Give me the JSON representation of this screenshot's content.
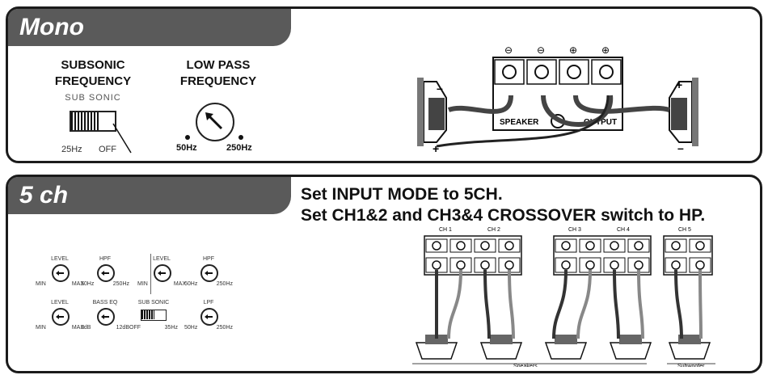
{
  "mono": {
    "title": "Mono",
    "subsonic_title": "SUBSONIC\nFREQUENCY",
    "subsonic_caption": "SUB SONIC",
    "subsonic_25": "25Hz",
    "subsonic_off": "OFF",
    "lowpass_title": "LOW PASS\nFREQUENCY",
    "lowpass_min": "50Hz",
    "lowpass_max": "250Hz",
    "terminal_polarity": [
      "⊖",
      "⊖",
      "⊕",
      "⊕"
    ],
    "speaker_label": "SPEAKER",
    "output_label": "OUTPUT",
    "plus": "+",
    "minus": "–"
  },
  "five": {
    "title": "5 ch",
    "instruction_1": "Set INPUT MODE to 5CH.",
    "instruction_2": "Set CH1&2 and CH3&4 CROSSOVER switch to HP.",
    "ctrl": {
      "level": "LEVEL",
      "hpf": "HPF",
      "bass_eq": "BASS EQ",
      "sub_sonic": "SUB SONIC",
      "lpf": "LPF",
      "min": "MIN",
      "max": "MAX",
      "hz50": "50Hz",
      "hz250": "250Hz",
      "db0": "0dB",
      "db12": "12dB",
      "off": "OFF",
      "hz35": "35Hz"
    },
    "channels": [
      "CH 1",
      "CH 2",
      "CH 3",
      "CH 4",
      "CH 5"
    ],
    "speakers_label": "Speakers",
    "subwoofer_label": "Subwoofer"
  },
  "colors": {
    "tab": "#5a5a5a",
    "frame": "#1b1b1b"
  }
}
